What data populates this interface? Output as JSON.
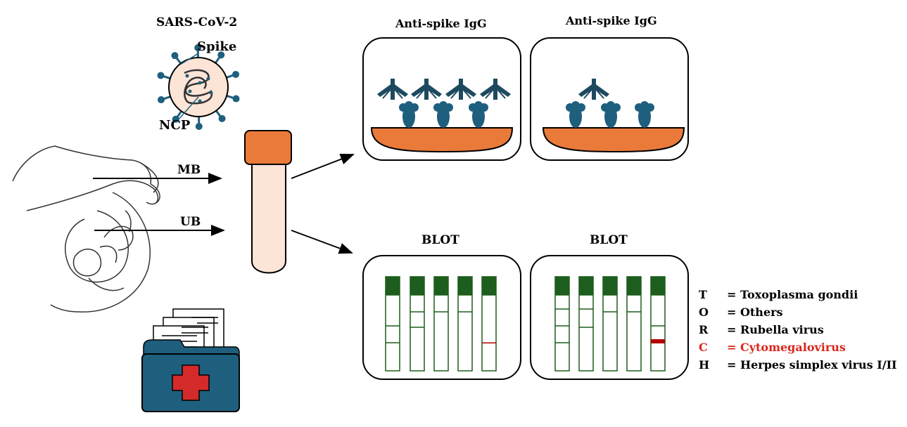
{
  "virus": {
    "title": "SARS-CoV-2",
    "spike_label": "Spike",
    "ncp_label": "NCP"
  },
  "samples": {
    "mb_label": "MB",
    "ub_label": "UB"
  },
  "panels": {
    "igg_left_title": "Anti-spike IgG",
    "igg_right_title": "Anti-spike IgG",
    "blot_left_title": "BLOT",
    "blot_right_title": "BLOT"
  },
  "legend": [
    {
      "letter": "T",
      "text": "= Toxoplasma gondii",
      "highlight": false
    },
    {
      "letter": "O",
      "text": "= Others",
      "highlight": false
    },
    {
      "letter": "R",
      "text": "= Rubella virus",
      "highlight": false
    },
    {
      "letter": "C",
      "text": "= Cytomegalovirus",
      "highlight": true
    },
    {
      "letter": "H",
      "text": "= Herpes simplex virus I/II",
      "highlight": false
    }
  ],
  "colors": {
    "tube_cap": "#ea7a3a",
    "tube_body": "#fce4d6",
    "plate": "#ea7a3a",
    "antigen": "#1f5f7e",
    "antibody": "#1e4a60",
    "blot_top": "#1d5d1d",
    "blot_band": "#b30000",
    "folder": "#1f5f7e",
    "cross": "#d42a2a",
    "highlight": "#d9261c"
  }
}
